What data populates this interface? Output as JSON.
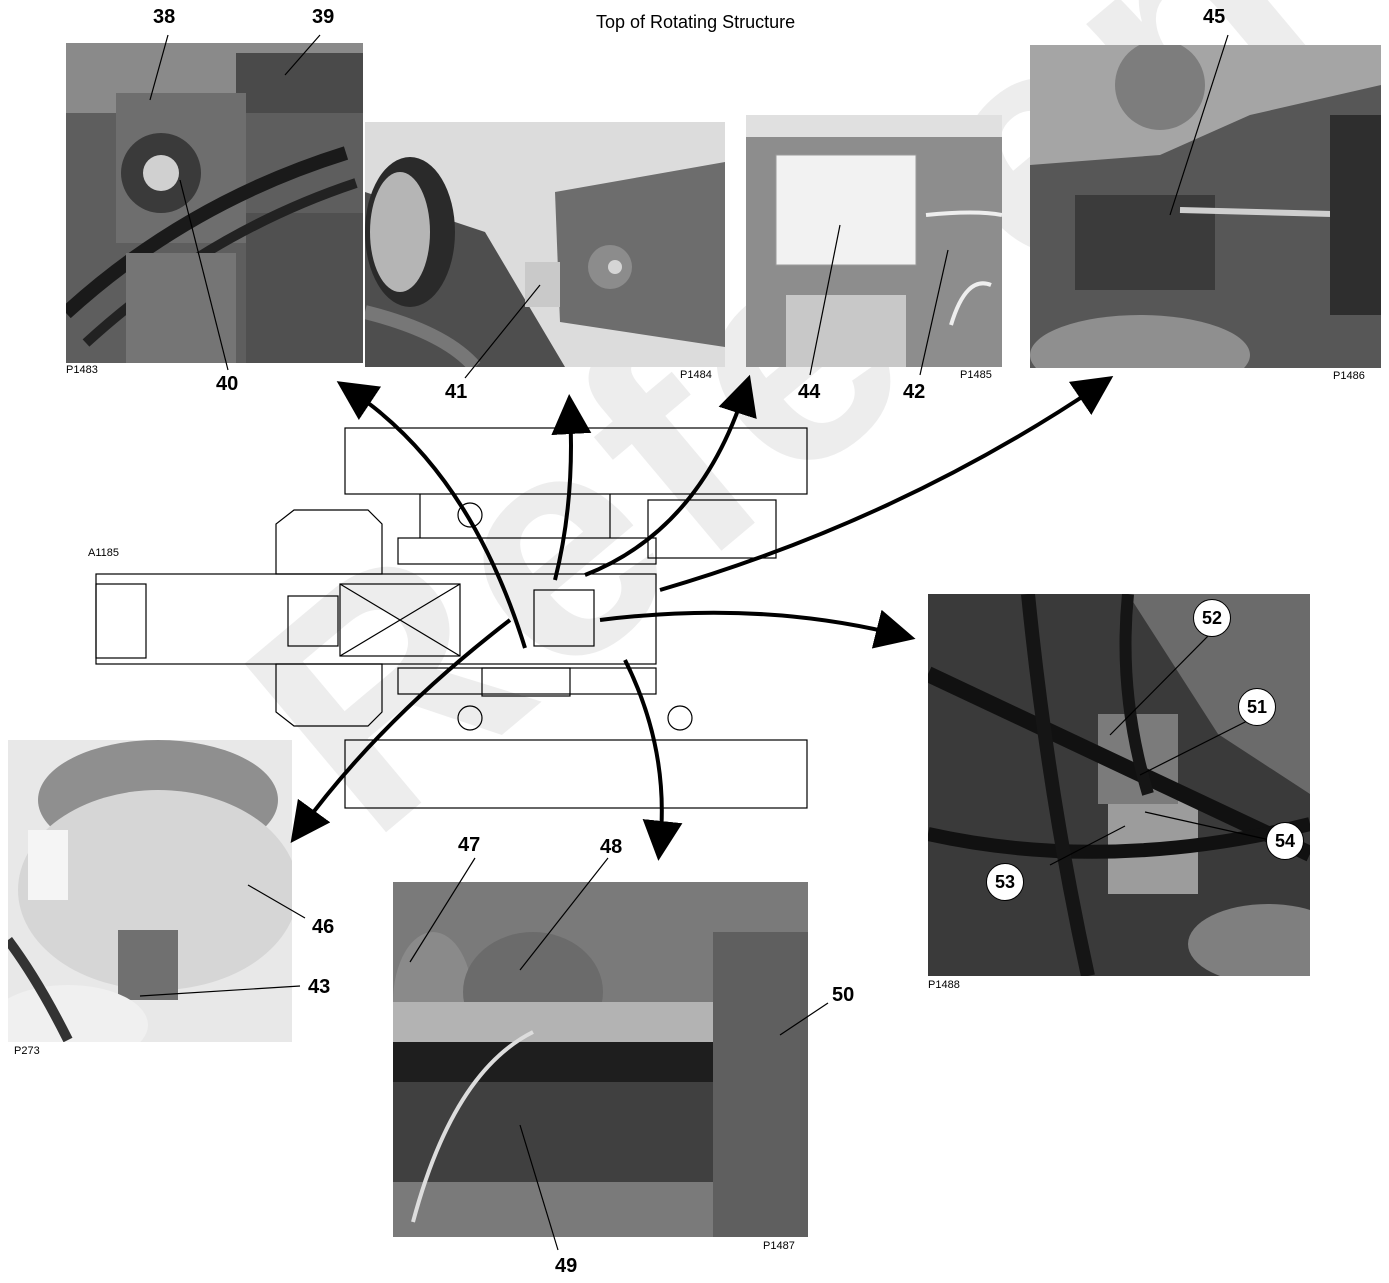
{
  "title": "Top of Rotating Structure",
  "watermark": "Reference Only",
  "photo_codes": {
    "p1483": "P1483",
    "p1484": "P1484",
    "p1485": "P1485",
    "p1486": "P1486",
    "p1487": "P1487",
    "p1488": "P1488",
    "p273": "P273",
    "a1185": "A1185"
  },
  "callouts": {
    "n38": "38",
    "n39": "39",
    "n40": "40",
    "n41": "41",
    "n42": "42",
    "n43": "43",
    "n44": "44",
    "n45": "45",
    "n46": "46",
    "n47": "47",
    "n48": "48",
    "n49": "49",
    "n50": "50",
    "n51": "51",
    "n52": "52",
    "n53": "53",
    "n54": "54"
  }
}
